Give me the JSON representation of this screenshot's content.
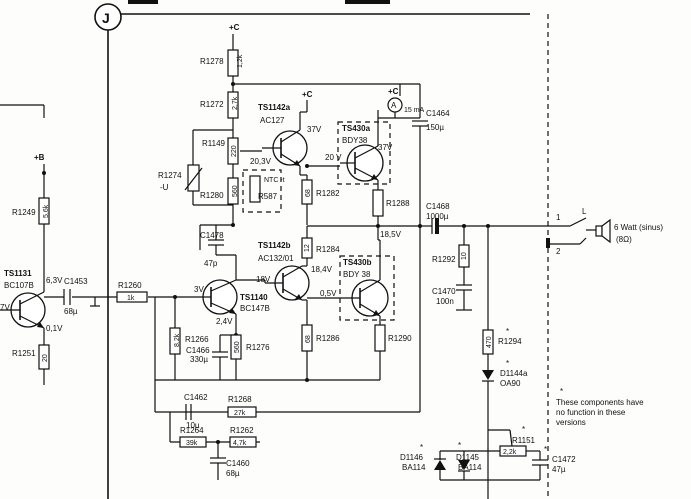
{
  "sheet": {
    "label": "J",
    "notes": [
      "*",
      "These components have",
      "no function in these",
      "versions"
    ]
  },
  "supplies": {
    "plus_c": "+C",
    "plus_b": "+B"
  },
  "resistors": {
    "r1278": {
      "ref": "R1278",
      "val": "1,2k"
    },
    "r1272": {
      "ref": "R1272",
      "val": "2,7k"
    },
    "r1149": {
      "ref": "R1149",
      "val": "220"
    },
    "r1274": {
      "ref": "R1274",
      "val": "-U"
    },
    "r1280": {
      "ref": "R1280",
      "val": "560"
    },
    "r587": {
      "ref": "R587",
      "val": "NTC -t"
    },
    "r1282": {
      "ref": "R1282",
      "val": "68"
    },
    "r1288": {
      "ref": "R1288",
      "val": ""
    },
    "r1284": {
      "ref": "R1284",
      "val": "12"
    },
    "r1249": {
      "ref": "R1249",
      "val": "5,6k"
    },
    "r1251": {
      "ref": "R1251",
      "val": "20"
    },
    "r1260": {
      "ref": "R1260",
      "val": "1k"
    },
    "r1266": {
      "ref": "R1266",
      "val": "8,2k"
    },
    "r1276": {
      "ref": "R1276",
      "val": "560"
    },
    "r1286": {
      "ref": "R1286",
      "val": "68"
    },
    "r1290": {
      "ref": "R1290",
      "val": ""
    },
    "r1292": {
      "ref": "R1292",
      "val": "10"
    },
    "r1294": {
      "ref": "R1294",
      "val": "470"
    },
    "r1268": {
      "ref": "R1268",
      "val": "27k"
    },
    "r1264": {
      "ref": "R1264",
      "val": "39k"
    },
    "r1262": {
      "ref": "R1262",
      "val": "4,7k"
    },
    "r1151": {
      "ref": "R1151",
      "val": "2,2k"
    }
  },
  "capacitors": {
    "c1464": {
      "ref": "C1464",
      "val": "150µ"
    },
    "c1478": {
      "ref": "C1478",
      "val": "47p"
    },
    "c1468": {
      "ref": "C1468",
      "val": "1000µ"
    },
    "c1453": {
      "ref": "C1453",
      "val": "68µ"
    },
    "c1466": {
      "ref": "C1466",
      "val": "330µ"
    },
    "c1470": {
      "ref": "C1470",
      "val": "100n"
    },
    "c1462": {
      "ref": "C1462",
      "val": "10µ"
    },
    "c1460": {
      "ref": "C1460",
      "val": "68µ"
    },
    "c1472": {
      "ref": "C1472",
      "val": "47µ"
    }
  },
  "transistors": {
    "ts1142a": {
      "ref": "TS1142a",
      "type": "AC127"
    },
    "ts430a": {
      "ref": "TS430a",
      "type": "BDY38"
    },
    "ts1142b": {
      "ref": "TS1142b",
      "type": "AC132/01"
    },
    "ts430b": {
      "ref": "TS430b",
      "type": "BDY 38"
    },
    "ts1140": {
      "ref": "TS1140",
      "type": "BC147B"
    },
    "ts1131": {
      "ref": "TS1131",
      "type": "BC107B"
    }
  },
  "diodes": {
    "d1144a": {
      "ref": "D1144a",
      "type": "OA90"
    },
    "d1146": {
      "ref": "D1146",
      "type": "BA114"
    },
    "d1145": {
      "ref": "D1145",
      "type": "BA114"
    }
  },
  "voltages": {
    "v37a": "37V",
    "v203": "20,3V",
    "v20": "20 V",
    "v37b": "37V",
    "v185": "18,5V",
    "v184": "18,4V",
    "v18": "18V",
    "v05": "0,5V",
    "v3": "3V",
    "v24": "2,4V",
    "v63": "6,3V",
    "v7": "7V",
    "v01": "0,1V"
  },
  "meter": {
    "symbol": "A",
    "value": "15 mA"
  },
  "speaker": {
    "desc": "6 Watt (sinus)",
    "imp": "(8Ω)",
    "pin1": "1",
    "pin2": "2",
    "letter": "L"
  },
  "misc": {
    "star": "*"
  }
}
